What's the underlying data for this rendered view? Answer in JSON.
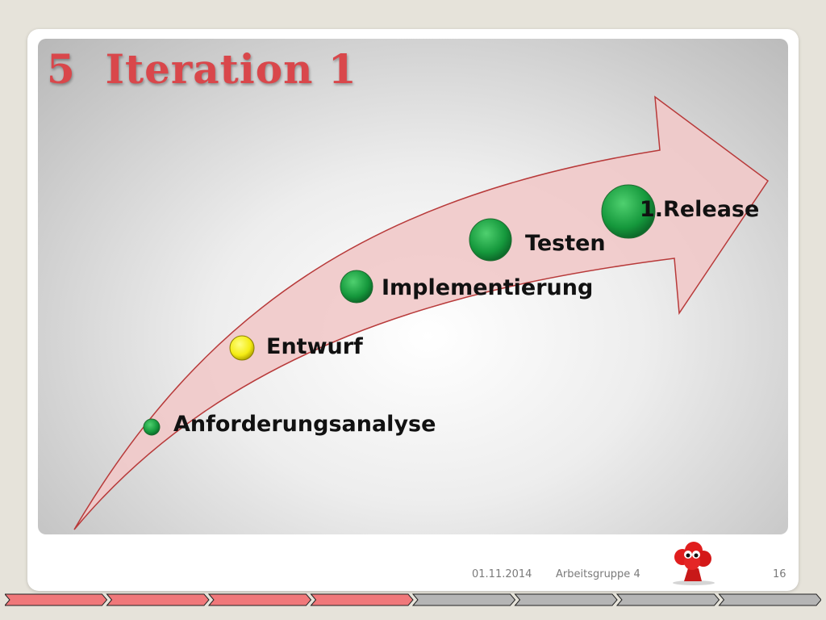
{
  "slide": {
    "title": "5  Iteration 1"
  },
  "steps": [
    {
      "label": "Anforderungsanalyse",
      "status": "done",
      "color": "#21a348"
    },
    {
      "label": "Entwurf",
      "status": "current",
      "color": "#f4ec14"
    },
    {
      "label": "Implementierung",
      "status": "done",
      "color": "#21a348"
    },
    {
      "label": "Testen",
      "status": "done",
      "color": "#21a348"
    },
    {
      "label": "1.Release",
      "status": "done",
      "color": "#21a348"
    }
  ],
  "footer": {
    "date": "01.11.2014",
    "group": "Arbeitsgruppe 4",
    "page": "16"
  },
  "progress": {
    "total_segments": 8,
    "completed_segments": 4,
    "completed_color": "#f0787a",
    "remaining_color": "#b5b5b5"
  },
  "colors": {
    "title": "#d9474b",
    "arrow_fill": "#f1c9c9",
    "arrow_stroke": "#b83a3a",
    "background": "#e6e3da"
  },
  "icons": {
    "logo": "red-tree-logo-icon"
  }
}
